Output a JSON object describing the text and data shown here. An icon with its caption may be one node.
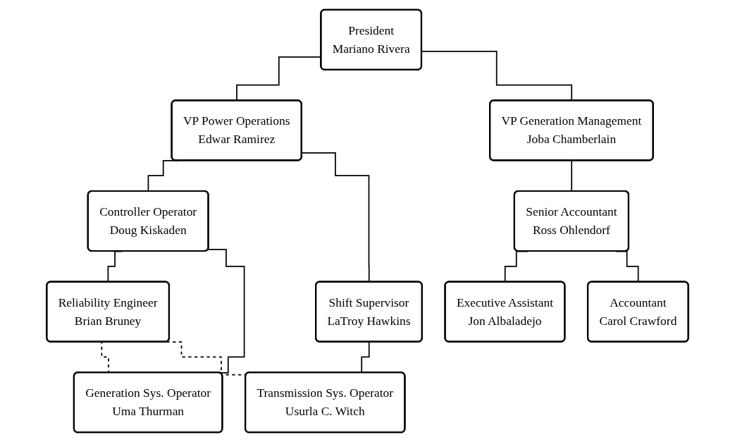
{
  "diagram": {
    "nodes": [
      {
        "text": [
          "President",
          "Mariano Rivera"
        ]
      },
      {
        "text": [
          "VP Power Operations",
          "Edwar Ramirez"
        ]
      },
      {
        "text": [
          "VP Generation Management",
          "Joba Chamberlain"
        ]
      },
      {
        "text": [
          "Controller Operator",
          "Doug Kiskaden"
        ]
      },
      {
        "text": [
          "Senior Accountant",
          "Ross Ohlendorf"
        ]
      },
      {
        "text": [
          "Shift Supervisor",
          "LaTroy Hawkins"
        ]
      },
      {
        "text": [
          "Reliability Engineer",
          "Brian Bruney"
        ]
      },
      {
        "text": [
          "Executive Assistant",
          "Jon Albaladejo"
        ]
      },
      {
        "text": [
          "Generation Sys. Operator",
          "Uma Thurman"
        ]
      },
      {
        "text": [
          "Transmission Sys. Operator",
          "Usurla C. Witch"
        ]
      },
      {
        "text": [
          "Accountant",
          "Carol Crawford"
        ]
      }
    ],
    "edges": [
      {
        "from": 0,
        "to": 1,
        "arrow": "none"
      },
      {
        "from": 0,
        "to": 2,
        "arrow": "none"
      },
      {
        "from": 1,
        "to": 3,
        "arrow": "none"
      },
      {
        "from": 1,
        "to": 5,
        "arrow": "none"
      },
      {
        "from": 2,
        "to": 4,
        "arrow": "none"
      },
      {
        "from": 3,
        "to": 6,
        "arrow": "none"
      },
      {
        "from": 3,
        "to": 8,
        "arrow": "none"
      },
      {
        "from": 5,
        "to": 9,
        "arrow": "none"
      },
      {
        "from": 4,
        "to": 7,
        "arrow": "none"
      },
      {
        "from": 4,
        "to": 10,
        "arrow": "none"
      },
      {
        "from": 6,
        "to": 8,
        "arrow": "none",
        "style": "dashed"
      },
      {
        "from": 6,
        "to": 9,
        "arrow": "none",
        "style": "dashed"
      }
    ]
  }
}
